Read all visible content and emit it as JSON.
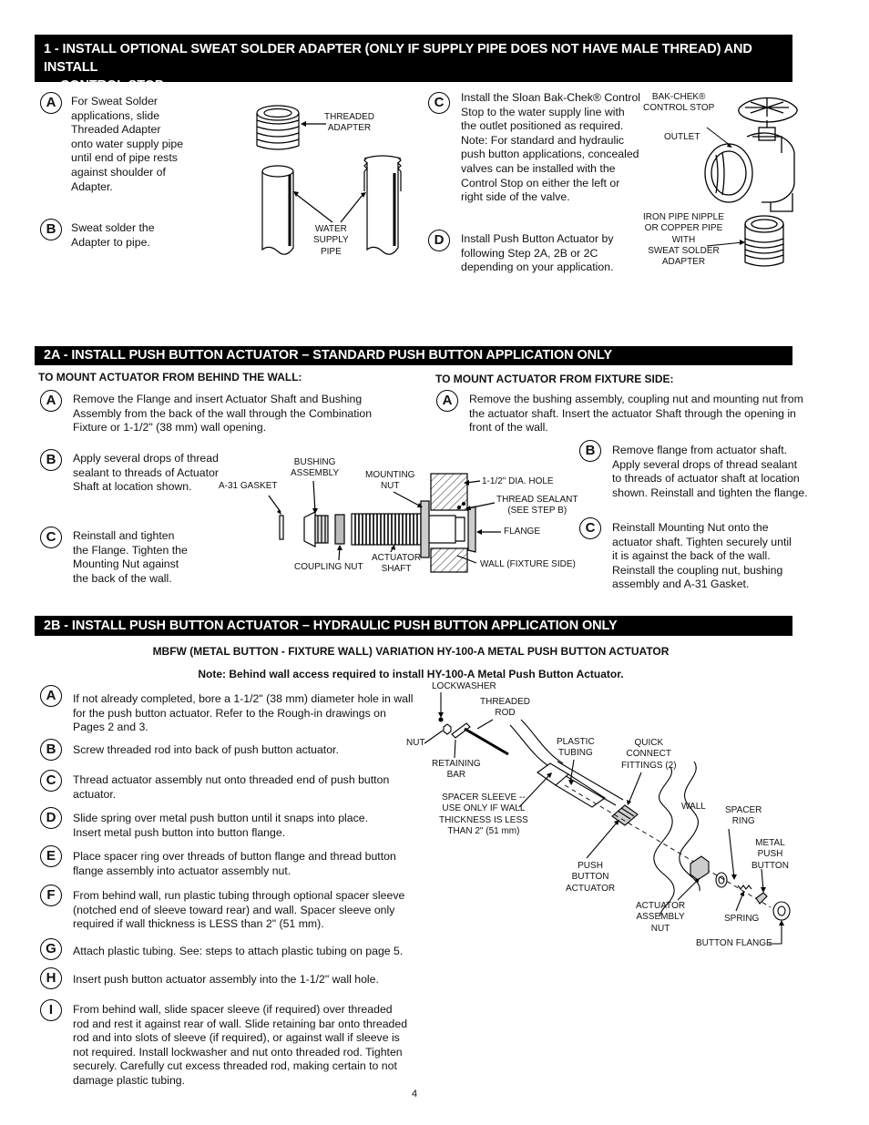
{
  "page_number": "4",
  "section1": {
    "title_line1": "1 - INSTALL OPTIONAL SWEAT SOLDER ADAPTER (ONLY IF SUPPLY PIPE DOES NOT HAVE MALE THREAD) AND INSTALL",
    "title_line2": "CONTROL STOP",
    "step_a": {
      "letter": "A",
      "text": [
        "For Sweat Solder",
        "applications, slide",
        "Threaded Adapter",
        "onto water supply pipe",
        "until end of pipe rests",
        "against shoulder of",
        "Adapter."
      ]
    },
    "step_b": {
      "letter": "B",
      "text": [
        "Sweat solder the",
        "Adapter to pipe."
      ]
    },
    "step_c": {
      "letter": "C",
      "text": [
        "Install the Sloan Bak-Chek® Control",
        "Stop to the water supply line with",
        "the outlet positioned as required.",
        "Note: For standard and hydraulic",
        "push button applications, concealed",
        "valves can be installed with the",
        "Control Stop on either the left or",
        "right side of the valve."
      ]
    },
    "step_d": {
      "letter": "D",
      "text": [
        "Install Push Button Actuator by",
        "following Step 2A, 2B or 2C",
        "depending on your application."
      ]
    },
    "labels": {
      "threaded_adapter": [
        "THREADED",
        "ADAPTER"
      ],
      "water_supply_pipe": [
        "WATER",
        "SUPPLY",
        "PIPE"
      ],
      "bak_chek": [
        "BAK-CHEK®",
        "CONTROL STOP"
      ],
      "outlet": "OUTLET",
      "iron_pipe": [
        "IRON PIPE NIPPLE",
        "OR COPPER PIPE",
        "WITH",
        "SWEAT SOLDER",
        "ADAPTER"
      ]
    }
  },
  "section2a": {
    "title": "2A - INSTALL PUSH BUTTON ACTUATOR – STANDARD PUSH BUTTON APPLICATION ONLY",
    "left_heading": "TO MOUNT ACTUATOR FROM BEHIND THE WALL:",
    "right_heading": "TO MOUNT ACTUATOR FROM FIXTURE SIDE:",
    "left_a": {
      "letter": "A",
      "text": [
        "Remove the Flange and insert Actuator Shaft and Bushing",
        "Assembly from the back of the wall through the Combination",
        "Fixture or 1-1/2\" (38 mm) wall opening."
      ]
    },
    "left_b": {
      "letter": "B",
      "text": [
        "Apply several drops of thread",
        "sealant to threads of Actuator",
        "Shaft at location shown."
      ]
    },
    "left_c": {
      "letter": "C",
      "text": [
        "Reinstall and tighten",
        "the Flange. Tighten the",
        "Mounting Nut against",
        "the back of the wall."
      ]
    },
    "right_a": {
      "letter": "A",
      "text": [
        "Remove the bushing assembly, coupling nut and mounting nut from",
        "the actuator shaft. Insert the actuator Shaft through the opening in",
        "front of the wall."
      ]
    },
    "right_b": {
      "letter": "B",
      "text": [
        "Remove flange from actuator shaft.",
        "Apply several drops of thread sealant",
        "to threads of actuator shaft at location",
        "shown. Reinstall and tighten the flange."
      ]
    },
    "right_c": {
      "letter": "C",
      "text": [
        "Reinstall Mounting Nut onto the",
        "actuator shaft. Tighten securely until",
        "it is against the back of the wall.",
        "Reinstall the coupling nut, bushing",
        "assembly and A-31 Gasket."
      ]
    },
    "labels": {
      "gasket": "A-31 GASKET",
      "bushing": [
        "BUSHING",
        "ASSEMBLY"
      ],
      "mounting_nut": [
        "MOUNTING",
        "NUT"
      ],
      "hole": "1-1/2\" DIA. HOLE",
      "sealant": [
        "THREAD SEALANT",
        "(SEE STEP B)"
      ],
      "flange": "FLANGE",
      "coupling_nut": "COUPLING NUT",
      "actuator_shaft": [
        "ACTUATOR",
        "SHAFT"
      ],
      "wall": "WALL (FIXTURE SIDE)"
    }
  },
  "section2b": {
    "title": "2B - INSTALL PUSH BUTTON ACTUATOR – HYDRAULIC PUSH BUTTON APPLICATION ONLY",
    "subtitle": "MBFW (METAL BUTTON - FIXTURE WALL) VARIATION HY-100-A METAL PUSH BUTTON ACTUATOR",
    "note": "Note: Behind wall access required to install HY-100-A Metal Push Button Actuator.",
    "steps": [
      {
        "letter": "A",
        "text": [
          "If not already completed, bore a 1-1/2\" (38 mm) diameter hole in wall",
          "for the push button actuator. Refer to the Rough-in drawings on",
          "Pages 2 and 3."
        ]
      },
      {
        "letter": "B",
        "text": [
          "Screw threaded rod into back of push button actuator."
        ]
      },
      {
        "letter": "C",
        "text": [
          "Thread actuator assembly nut onto threaded end of push button",
          "actuator."
        ]
      },
      {
        "letter": "D",
        "text": [
          "Slide spring over metal push button until it snaps into place.",
          "Insert metal push button into button flange."
        ]
      },
      {
        "letter": "E",
        "text": [
          "Place spacer ring over threads of button flange and thread button",
          "flange assembly into actuator assembly nut."
        ]
      },
      {
        "letter": "F",
        "text": [
          "From behind wall, run plastic tubing through optional spacer sleeve",
          "(notched end of sleeve toward rear) and wall. Spacer sleeve only",
          "required if wall thickness is LESS than 2\" (51 mm)."
        ]
      },
      {
        "letter": "G",
        "text": [
          "Attach plastic tubing. See: steps to attach plastic tubing on page 5."
        ]
      },
      {
        "letter": "H",
        "text": [
          "Insert push button actuator assembly into the 1-1/2\" wall hole."
        ]
      },
      {
        "letter": "I",
        "text": [
          "From behind wall, slide spacer sleeve (if required) over threaded",
          "rod and rest it against rear of wall. Slide retaining bar onto threaded",
          "rod and into slots of sleeve (if required), or against wall if sleeve is",
          "not required. Install lockwasher and nut onto threaded rod. Tighten",
          "securely. Carefully cut excess threaded rod, making certain to not",
          "damage plastic tubing."
        ]
      }
    ],
    "labels": {
      "lockwasher": "LOCKWASHER",
      "threaded_rod": [
        "THREADED",
        "ROD"
      ],
      "nut": "NUT",
      "retaining_bar": [
        "RETAINING",
        "BAR"
      ],
      "plastic_tubing": [
        "PLASTIC",
        "TUBING"
      ],
      "quick_connect": [
        "QUICK",
        "CONNECT",
        "FITTINGS (2)"
      ],
      "spacer_sleeve": [
        "SPACER SLEEVE --",
        "USE ONLY IF WALL",
        "THICKNESS IS LESS",
        "THAN 2\" (51 mm)"
      ],
      "wall": "WALL",
      "spacer_ring": [
        "SPACER",
        "RING"
      ],
      "metal_push_button": [
        "METAL",
        "PUSH",
        "BUTTON"
      ],
      "push_button_actuator": [
        "PUSH",
        "BUTTON",
        "ACTUATOR"
      ],
      "actuator_assembly_nut": [
        "ACTUATOR",
        "ASSEMBLY",
        "NUT"
      ],
      "spring": "SPRING",
      "button_flange": "BUTTON FLANGE"
    }
  }
}
